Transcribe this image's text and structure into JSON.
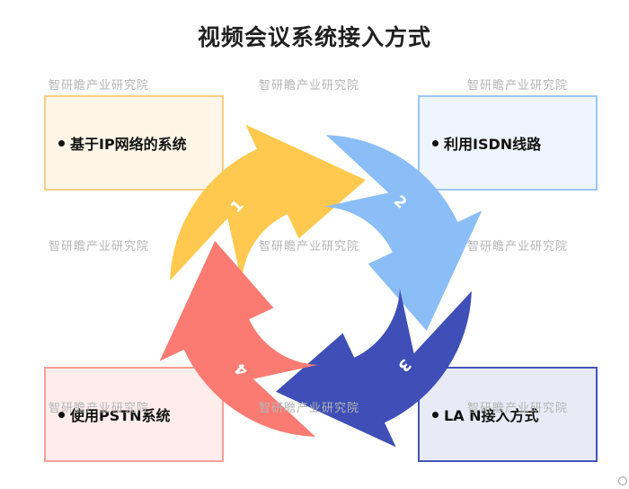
{
  "title": "视频会议系统接入方式",
  "watermark": "智研瞻产业研究院",
  "steps": [
    {
      "number": "1",
      "label": "基于IP网络的系统",
      "color": "#FFC94F",
      "box_bg": "#FFF6E8",
      "box_border": "#F7CE86"
    },
    {
      "number": "2",
      "label": "利用ISDN线路",
      "color": "#8BBEF7",
      "box_bg": "#EEF5FE",
      "box_border": "#9DC6F5"
    },
    {
      "number": "3",
      "label": "LA N接入方式",
      "color": "#3F4FB7",
      "box_bg": "#E8EAF5",
      "box_border": "#4354B8"
    },
    {
      "number": "4",
      "label": "使用PSTN系统",
      "color": "#FB7B72",
      "box_bg": "#FFEDEC",
      "box_border": "#F59F99"
    }
  ]
}
